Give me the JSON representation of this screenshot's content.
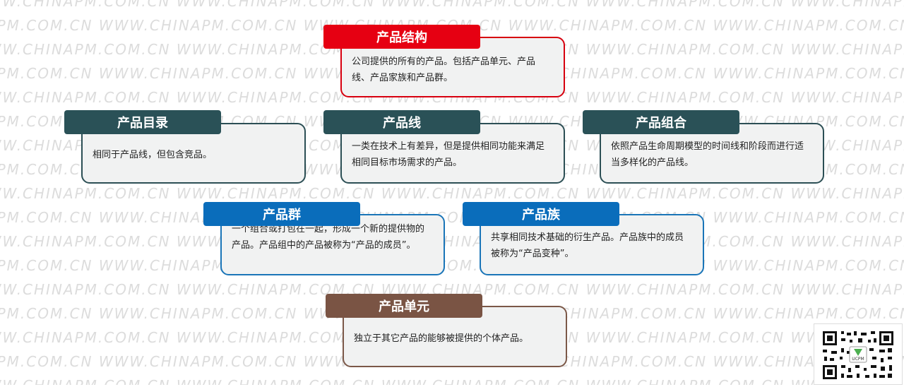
{
  "watermark": "WWW.CHINAPM.COM.CN",
  "cards": {
    "structure": {
      "title": "产品结构",
      "text": "公司提供的所有的产品。包括产品单元、产品线、产品家族和产品群。",
      "color": "#e60012"
    },
    "catalog": {
      "title": "产品目录",
      "text": "相同于产品线，但包含竞品。",
      "color": "#2a5157"
    },
    "line": {
      "title": "产品线",
      "text": "一类在技术上有差异，但是提供相同功能来满足相同目标市场需求的产品。",
      "color": "#2a5157"
    },
    "portfolio": {
      "title": "产品组合",
      "text": "依照产品生命周期模型的时间线和阶段而进行适当多样化的产品线。",
      "color": "#2a5157"
    },
    "group": {
      "title": "产品群",
      "text": "一个组合或打包在一起，形成一个新的提供物的产品。产品组中的产品被称为“产品的成员”。",
      "color": "#0a6dbb"
    },
    "family": {
      "title": "产品族",
      "text": "共享相同技术基础的衍生产品。产品族中的成员被称为“产品变种”。",
      "color": "#0a6dbb"
    },
    "unit": {
      "title": "产品单元",
      "text": "独立于其它产品的能够被提供的个体产品。",
      "color": "#7a5444"
    }
  },
  "qr": {
    "icon": "qr-code-icon",
    "brand": "UCPM"
  }
}
